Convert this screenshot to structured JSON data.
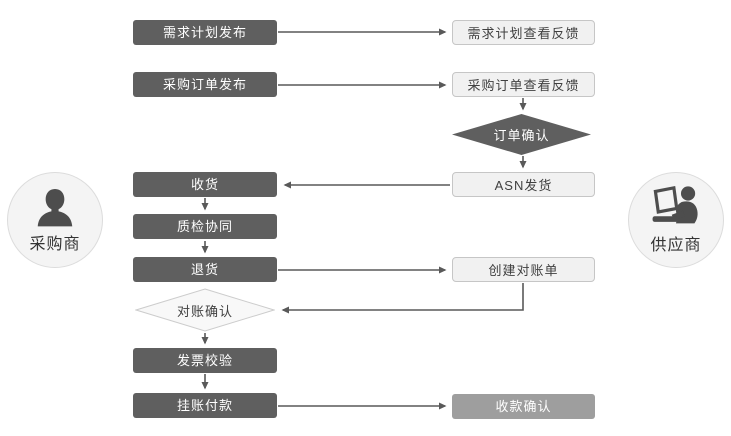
{
  "actors": {
    "buyer": {
      "label": "采购商",
      "icon": "person-bust-icon"
    },
    "supplier": {
      "label": "供应商",
      "icon": "person-with-laptop-icon"
    }
  },
  "nodes": {
    "demand_plan_publish": {
      "label": "需求计划发布"
    },
    "purchase_order_publish": {
      "label": "采购订单发布"
    },
    "receive_goods": {
      "label": "收货"
    },
    "quality_collaboration": {
      "label": "质检协同"
    },
    "return_goods": {
      "label": "退货"
    },
    "reconciliation_confirm": {
      "label": "对账确认"
    },
    "invoice_verification": {
      "label": "发票校验"
    },
    "booked_payment": {
      "label": "挂账付款"
    },
    "demand_plan_feedback": {
      "label": "需求计划查看反馈"
    },
    "purchase_order_feedback": {
      "label": "采购订单查看反馈"
    },
    "order_confirm": {
      "label": "订单确认"
    },
    "asn_shipping": {
      "label": "ASN发货"
    },
    "create_statement": {
      "label": "创建对账单"
    },
    "payment_receipt_confirm": {
      "label": "收款确认"
    }
  },
  "colors": {
    "dark_node": "#5f5f5f",
    "dark_text": "#ffffff",
    "light_node_bg": "#f1f1f1",
    "light_node_border": "#c6c6c6",
    "light_node_text": "#404040",
    "mid_node": "#9e9e9e",
    "arrow": "#595959",
    "circle_bg": "#f4f4f4",
    "circle_border": "#dcdcdc",
    "icon": "#4d4d4d",
    "actor_text": "#333333"
  }
}
